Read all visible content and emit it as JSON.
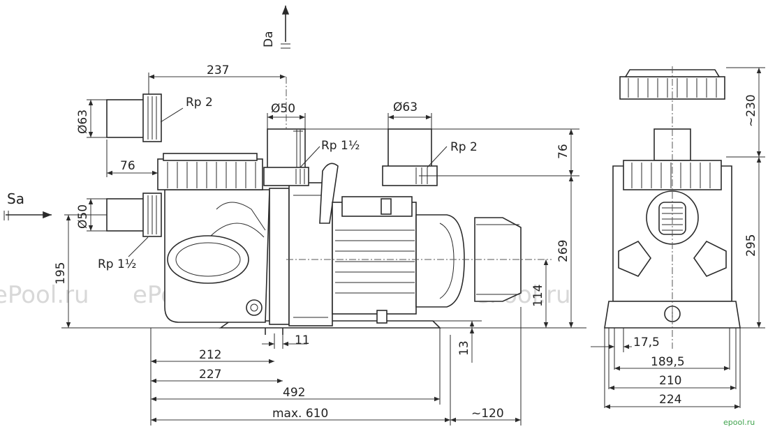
{
  "watermark": "ePool.ru",
  "logo": "epool.ru",
  "flow": {
    "suction": "Sa",
    "discharge": "Da"
  },
  "threads": {
    "rp2": "Rp 2",
    "rp112": "Rp 1½"
  },
  "diameters": {
    "d50": "Ø50",
    "d63": "Ø63"
  },
  "dimensions": {
    "d237": "237",
    "d76": "76",
    "d195": "195",
    "d269": "269",
    "d114": "114",
    "d212": "212",
    "d227": "227",
    "d11": "11",
    "d13": "13",
    "d492": "492",
    "dmax610": "max. 610",
    "d120": "~120",
    "d230": "~230",
    "d295": "295",
    "d175": "17,5",
    "d1895": "189,5",
    "d210": "210",
    "d224": "224"
  }
}
